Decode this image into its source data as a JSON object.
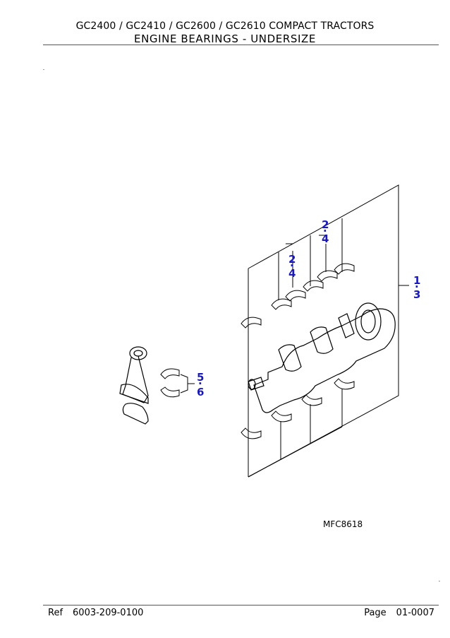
{
  "header": {
    "models": "GC2400 / GC2410 / GC2600 / GC2610 COMPACT TRACTORS",
    "title": "ENGINE BEARINGS - UNDERSIZE"
  },
  "illustration": {
    "figure_number": "MFC8618",
    "callouts": {
      "main_bearing_a": "2",
      "main_bearing_b": "4",
      "thrust_a": "2",
      "thrust_b": "4",
      "crank_a": "1",
      "crank_b": "3",
      "rod_a": "5",
      "rod_b": "6"
    }
  },
  "footer": {
    "ref_label": "Ref",
    "ref_value": "6003-209-0100",
    "page_label": "Page",
    "page_value": "01-0007"
  }
}
